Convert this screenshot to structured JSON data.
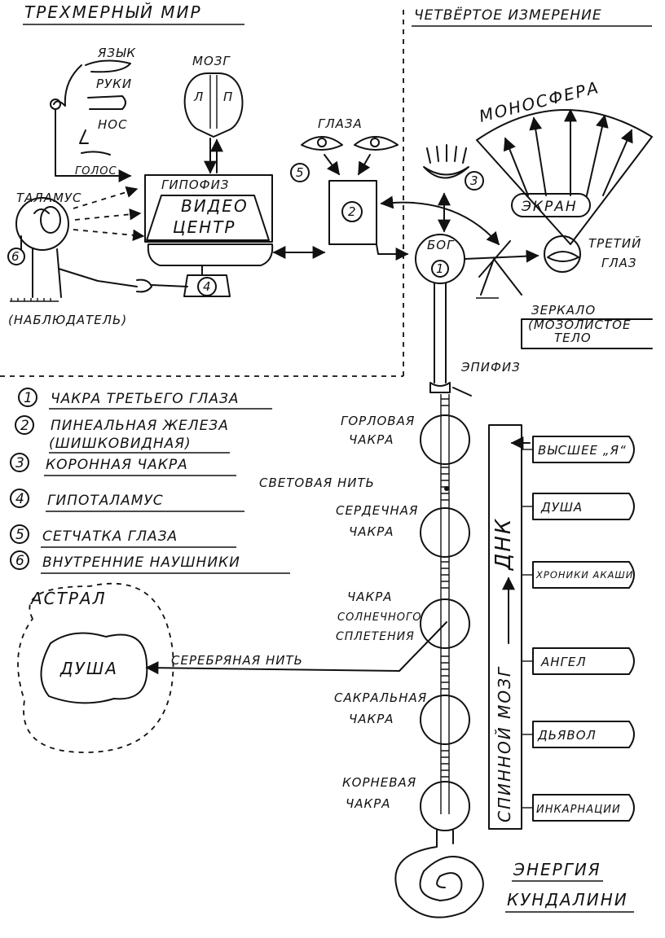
{
  "regions": {
    "three_d": "ТРЕХМЕРНЫЙ МИР",
    "four_d": "ЧЕТВЁРТОЕ ИЗМЕРЕНИЕ"
  },
  "top": {
    "tongue": "ЯЗЫК",
    "hands": "РУКИ",
    "nose": "НОС",
    "voice": "ГОЛОС",
    "brain": "МОЗГ",
    "brain_left": "Л",
    "brain_right": "П",
    "thalamus": "ТАЛАМУС",
    "observer": "(НАБЛЮДАТЕЛЬ)",
    "hypophysis": "ГИПОФИЗ",
    "video_center_1": "ВИДЕО",
    "video_center_2": "ЦЕНТР",
    "eyes": "ГЛАЗА",
    "monosphere": "МОНОСФЕРА",
    "screen": "ЭКРАН",
    "third_eye_1": "ТРЕТИЙ",
    "third_eye_2": "ГЛАЗ",
    "god": "БОГ",
    "mirror_1": "ЗЕРКАЛО",
    "mirror_2": "(МОЗОЛИСТОЕ",
    "mirror_3": "ТЕЛО",
    "epiphysis": "ЭПИФИЗ",
    "n1": "1",
    "n2": "2",
    "n3": "3",
    "n4": "4",
    "n5": "5",
    "n6": "6"
  },
  "legend": [
    {
      "num": "1",
      "text": "ЧАКРА ТРЕТЬЕГО ГЛАЗА"
    },
    {
      "num": "2",
      "text": "ПИНЕАЛЬНАЯ ЖЕЛЕЗА",
      "text2": "(ШИШКОВИДНАЯ)"
    },
    {
      "num": "3",
      "text": "КОРОННАЯ ЧАКРА"
    },
    {
      "num": "4",
      "text": "ГИПОТАЛАМУС"
    },
    {
      "num": "5",
      "text": "СЕТЧАТКА ГЛАЗА"
    },
    {
      "num": "6",
      "text": "ВНУТРЕННИЕ НАУШНИКИ"
    }
  ],
  "astral": {
    "title": "АСТРАЛ",
    "soul": "ДУША",
    "silver_thread": "СЕРЕБРЯНАЯ НИТЬ"
  },
  "chakras": {
    "throat_1": "ГОРЛОВАЯ",
    "throat_2": "ЧАКРА",
    "light_thread": "СВЕТОВАЯ НИТЬ",
    "heart_1": "СЕРДЕЧНАЯ",
    "heart_2": "ЧАКРА",
    "solar_1": "ЧАКРА",
    "solar_2": "СОЛНЕЧНОГО",
    "solar_3": "СПЛЕТЕНИЯ",
    "sacral_1": "САКРАЛЬНАЯ",
    "sacral_2": "ЧАКРА",
    "root_1": "КОРНЕВАЯ",
    "root_2": "ЧАКРА"
  },
  "spine": {
    "spinal_cord": "СПИННОЙ МОЗГ",
    "dna": "ДНК"
  },
  "dna_boxes": [
    "ВЫСШЕЕ „Я“",
    "ДУША",
    "ХРОНИКИ АКАШИ",
    "АНГЕЛ",
    "ДЬЯВОЛ",
    "ИНКАРНАЦИИ"
  ],
  "kundalini": {
    "energy": "ЭНЕРГИЯ",
    "name": "КУНДАЛИНИ"
  }
}
